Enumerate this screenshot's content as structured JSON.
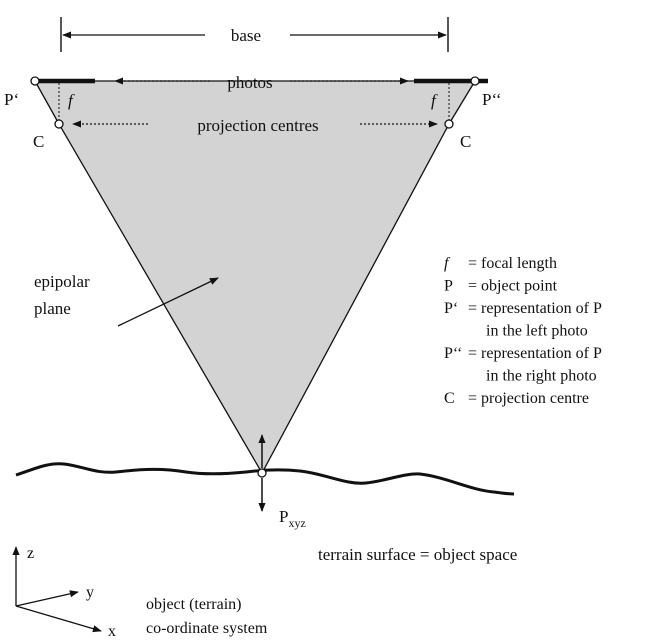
{
  "diagram": {
    "base_label": "base",
    "photos_label": "photos",
    "projection_centres_label": "projection centres",
    "left_photo_point": "P‘",
    "right_photo_point": "P‘‘",
    "focal_symbol": "f",
    "centre_symbol": "C",
    "epipolar_label": [
      "epipolar",
      "plane"
    ],
    "object_point": {
      "main": "P",
      "sub": "xyz"
    },
    "terrain_label": "terrain surface = object space"
  },
  "legend": [
    {
      "sym": "f",
      "italic": true,
      "text": "= focal length"
    },
    {
      "sym": "P",
      "italic": false,
      "text": "= object point"
    },
    {
      "sym": "P‘",
      "italic": false,
      "text": "= representation of P"
    },
    {
      "sym": "",
      "italic": false,
      "text": "in the left photo"
    },
    {
      "sym": "P‘‘",
      "italic": false,
      "text": "= representation of P"
    },
    {
      "sym": "",
      "italic": false,
      "text": "in the right photo"
    },
    {
      "sym": "C",
      "italic": false,
      "text": "= projection centre"
    }
  ],
  "axes": {
    "z": "z",
    "y": "y",
    "x": "x",
    "caption": [
      "object (terrain)",
      "co-ordinate system"
    ]
  },
  "colors": {
    "plane_fill": "#d3d3d3",
    "ink": "#111111"
  }
}
